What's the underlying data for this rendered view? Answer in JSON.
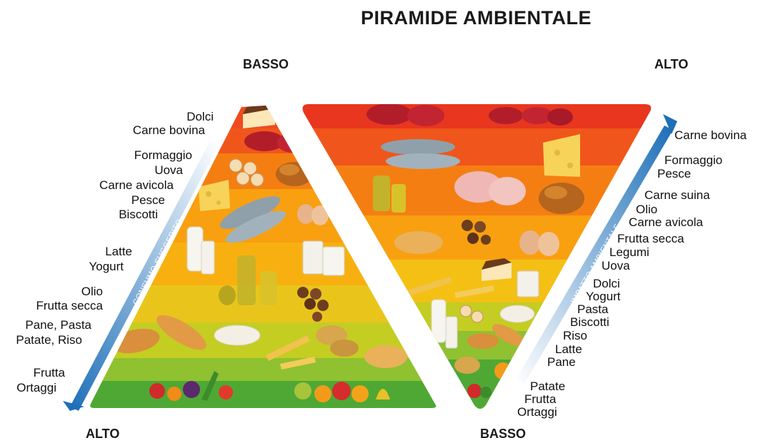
{
  "title": "PIRAMIDE AMBIENTALE",
  "left_pyramid": {
    "top_label": "BASSO",
    "bottom_label": "ALTO",
    "arrow_label": "CONSUMO SUGGERITO",
    "foods": [
      "Dolci",
      "Carne bovina",
      "Formaggio",
      "Uova",
      "Carne avicola",
      "Pesce",
      "Biscotti",
      "Latte",
      "Yogurt",
      "Olio",
      "Frutta secca",
      "Pane, Pasta",
      "Patate, Riso",
      "Frutta",
      "Ortaggi"
    ]
  },
  "right_pyramid": {
    "top_label": "ALTO",
    "bottom_label": "BASSO",
    "arrow_label": "IMPATTO AMBIENTALE",
    "foods": [
      "Carne bovina",
      "Formaggio",
      "Pesce",
      "Carne suina",
      "Olio",
      "Carne avicola",
      "Frutta secca",
      "Legumi",
      "Uova",
      "Dolci",
      "Yogurt",
      "Pasta",
      "Biscotti",
      "Riso",
      "Latte",
      "Pane",
      "Patate",
      "Frutta",
      "Ortaggi"
    ]
  },
  "colors": {
    "band_red": "#e8361f",
    "band_orange_red": "#f0561b",
    "band_orange": "#f57e12",
    "band_amber": "#f8a010",
    "band_yellow": "#f4c014",
    "band_yellow_green": "#c4cd22",
    "band_light_green": "#8fc131",
    "band_green": "#4fa834",
    "arrow_blue": "#1d6fb8"
  }
}
